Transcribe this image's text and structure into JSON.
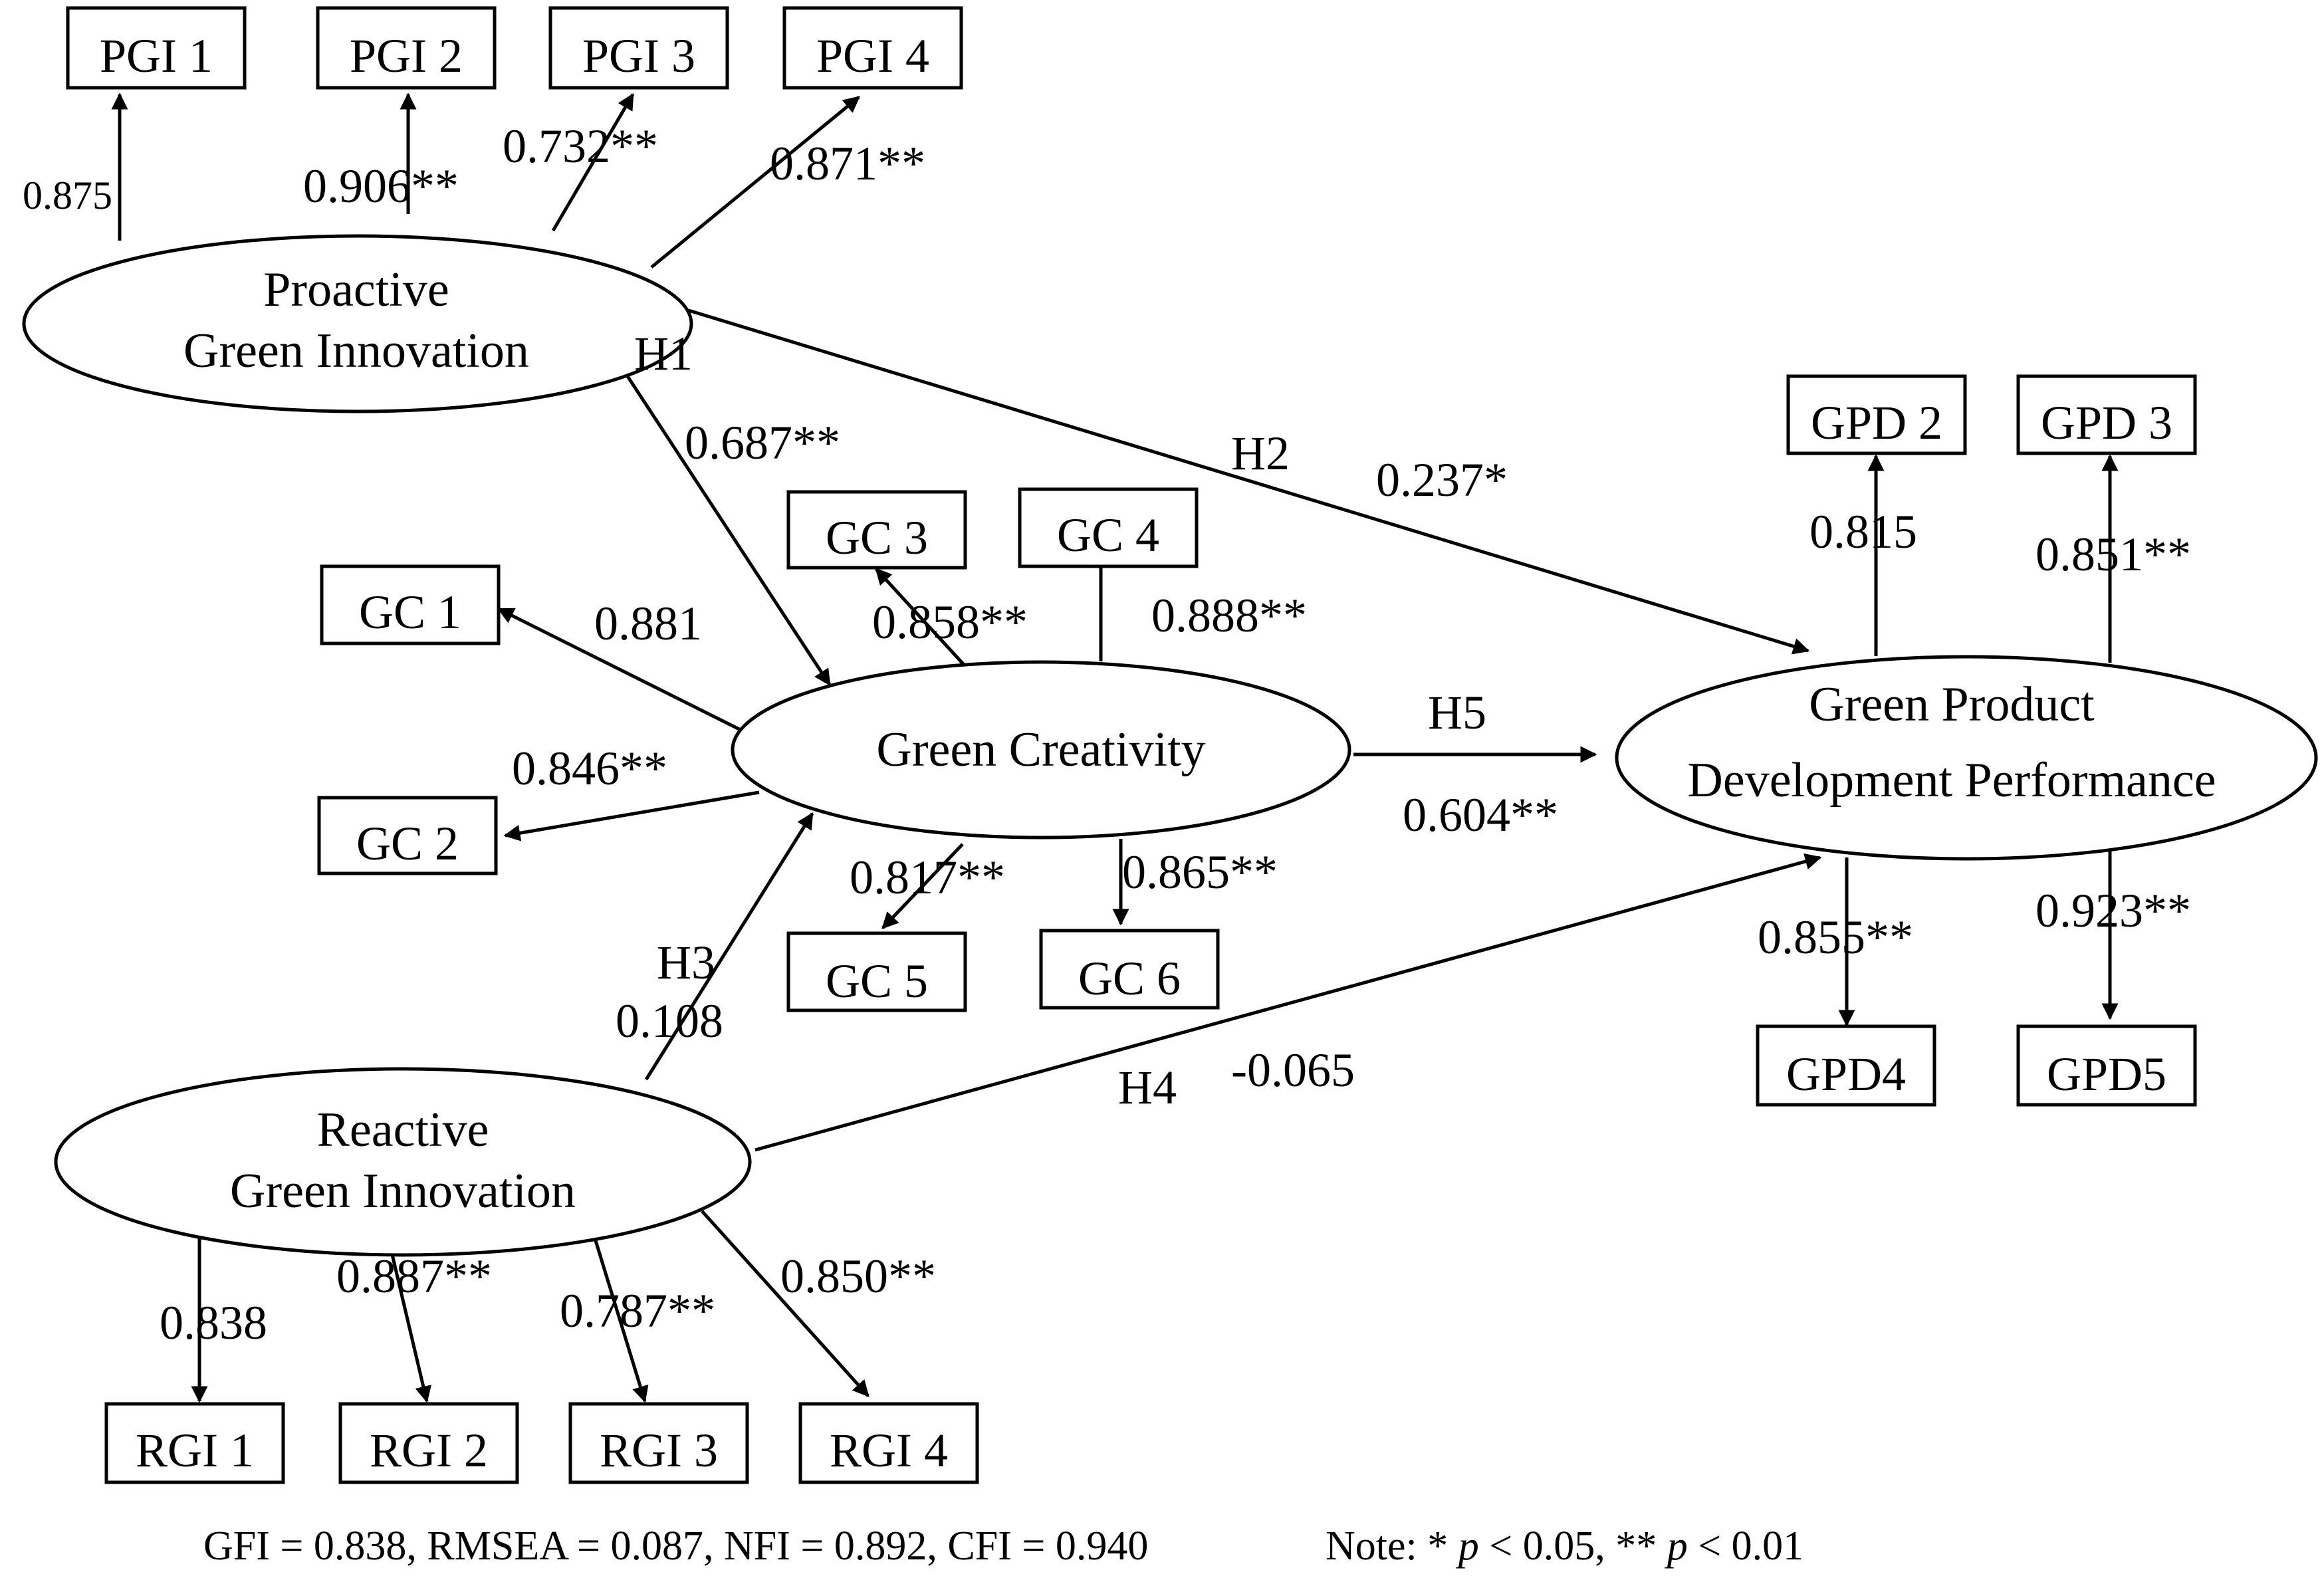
{
  "indicators": {
    "pgi1": "PGI 1",
    "pgi2": "PGI 2",
    "pgi3": "PGI 3",
    "pgi4": "PGI 4",
    "gc1": "GC 1",
    "gc2": "GC 2",
    "gc3": "GC 3",
    "gc4": "GC 4",
    "gc5": "GC 5",
    "gc6": "GC 6",
    "gpd2": "GPD 2",
    "gpd3": "GPD 3",
    "gpd4": "GPD4",
    "gpd5": "GPD5",
    "rgi1": "RGI 1",
    "rgi2": "RGI 2",
    "rgi3": "RGI 3",
    "rgi4": "RGI 4"
  },
  "latents": {
    "pgi": [
      "Proactive",
      "Green Innovation"
    ],
    "gc": [
      "Green Creativity"
    ],
    "gpd": [
      "Green Product",
      "Development Performance"
    ],
    "rgi": [
      "Reactive",
      "Green Innovation"
    ]
  },
  "loadings": {
    "pgi1": "0.875",
    "pgi2": "0.906**",
    "pgi3": "0.732**",
    "pgi4": "0.871**",
    "gc1": "0.881",
    "gc2": "0.846**",
    "gc3": "0.858**",
    "gc4": "0.888**",
    "gc5": "0.817**",
    "gc6": "0.865**",
    "gpd2": "0.815",
    "gpd3": "0.851**",
    "gpd4": "0.855**",
    "gpd5": "0.923**",
    "rgi1": "0.838",
    "rgi2": "0.887**",
    "rgi3": "0.787**",
    "rgi4": "0.850**"
  },
  "paths": {
    "h1": {
      "label": "H1",
      "coef": "0.687**"
    },
    "h2": {
      "label": "H2",
      "coef": "0.237*"
    },
    "h3": {
      "label": "H3",
      "coef": "0.108"
    },
    "h4": {
      "label": "H4",
      "coef": "-0.065"
    },
    "h5": {
      "label": "H5",
      "coef": "0.604**"
    }
  },
  "footer": {
    "fit": "GFI = 0.838, RMSEA = 0.087, NFI = 0.892, CFI = 0.940",
    "note_prefix": "Note: * ",
    "p1": "p",
    "note_mid": " < 0.05, ** ",
    "p2": "p",
    "note_end": " < 0.01"
  }
}
